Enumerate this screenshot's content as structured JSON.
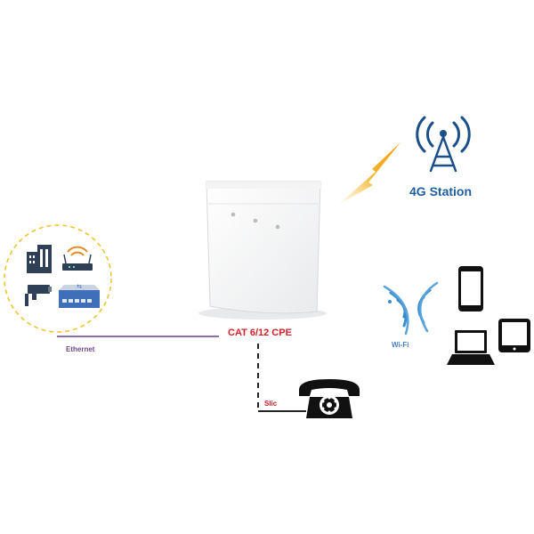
{
  "labels": {
    "station": "4G Station",
    "cpe": "CAT 6/12 CPE",
    "ethernet": "Ethernet",
    "slic": "Slic",
    "wifi": "Wi-Fi"
  },
  "colors": {
    "station_text": "#1f5fa0",
    "cpe_text": "#d3202a",
    "ethernet_line": "#7a5c9c",
    "circle_dash": "#f3c431",
    "lightning": "#f5b52e",
    "wifi_waves": "#3a8fd0"
  },
  "icons": [
    "tower-icon",
    "lightning-icon",
    "router-cpe-icon",
    "building-icon",
    "wifi-router-icon",
    "cctv-camera-icon",
    "network-switch-icon",
    "telephone-icon",
    "wifi-signal-icon",
    "smartphone-icon",
    "laptop-icon",
    "tablet-icon"
  ]
}
